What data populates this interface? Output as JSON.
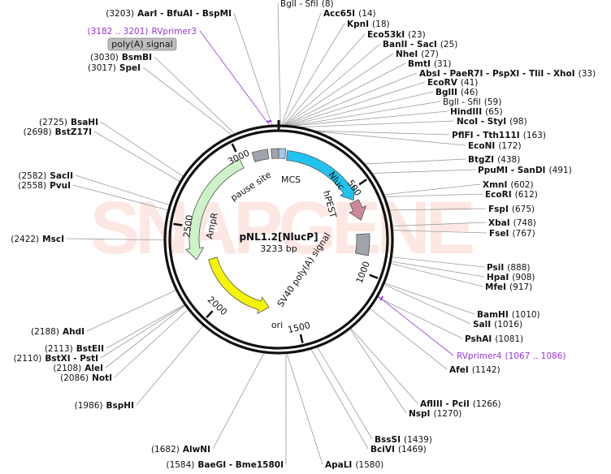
{
  "plasmid": {
    "name": "pNL1.2[NlucP]",
    "size_label": "3233 bp",
    "total_bp": 3233
  },
  "watermark": "SNAPGENE",
  "ticks": [
    {
      "label": "500",
      "pos": 500
    },
    {
      "label": "1000",
      "pos": 1000
    },
    {
      "label": "1500",
      "pos": 1500
    },
    {
      "label": "2000",
      "pos": 2000
    },
    {
      "label": "2500",
      "pos": 2500
    },
    {
      "label": "3000",
      "pos": 3000
    }
  ],
  "features": [
    {
      "name": "Nluc",
      "start": 50,
      "end": 560,
      "color": "#22c2ee",
      "dir": "cw"
    },
    {
      "name": "hPEST",
      "start": 570,
      "end": 690,
      "color": "#cc8899",
      "dir": "cw"
    },
    {
      "name": "SV40 poly(A) signal",
      "start": 775,
      "end": 900,
      "color": "#a0a4ac",
      "dir": "none"
    },
    {
      "name": "ori",
      "start": 1690,
      "end": 2280,
      "color": "#f5f500",
      "dir": "ccw"
    },
    {
      "name": "AmpR",
      "start": 2300,
      "end": 3000,
      "color": "#cdf2c8",
      "dir": "ccw"
    },
    {
      "name": "pause site",
      "start": 3080,
      "end": 3170,
      "color": "#a0a4ac",
      "dir": "none"
    },
    {
      "name": "MCS",
      "start": 0,
      "end": 40,
      "color": "#a6c8ee",
      "dir": "none"
    }
  ],
  "tag": {
    "text": "poly(A) signal"
  },
  "right_labels": [
    {
      "name": "BglI - SfiI",
      "pos": "(8)",
      "bold": false
    },
    {
      "name": "Acc65I",
      "pos": "(14)",
      "bold": true
    },
    {
      "name": "KpnI",
      "pos": "(18)",
      "bold": true
    },
    {
      "name": "Eco53kI",
      "pos": "(23)",
      "bold": true
    },
    {
      "name": "BanII - SacI",
      "pos": "(25)",
      "bold": true
    },
    {
      "name": "NheI",
      "pos": "(27)",
      "bold": true
    },
    {
      "name": "BmtI",
      "pos": "(31)",
      "bold": true
    },
    {
      "name": "AbsI - PaeR7I - PspXI - TliI - XhoI",
      "pos": "(33)",
      "bold": true
    },
    {
      "name": "EcoRV",
      "pos": "(41)",
      "bold": true
    },
    {
      "name": "BglII",
      "pos": "(46)",
      "bold": true
    },
    {
      "name": "BglI - SfiI",
      "pos": "(59)",
      "bold": false
    },
    {
      "name": "HindIII",
      "pos": "(65)",
      "bold": true
    },
    {
      "name": "NcoI - StyI",
      "pos": "(98)",
      "bold": true
    },
    {
      "name": "PflFI - Tth111I",
      "pos": "(163)",
      "bold": true
    },
    {
      "name": "EcoNI",
      "pos": "(172)",
      "bold": true
    },
    {
      "name": "BtgZI",
      "pos": "(438)",
      "bold": true
    },
    {
      "name": "PpuMI - SanDI",
      "pos": "(491)",
      "bold": true
    },
    {
      "name": "XmnI",
      "pos": "(602)",
      "bold": true
    },
    {
      "name": "EcoRI",
      "pos": "(612)",
      "bold": true
    },
    {
      "name": "FspI",
      "pos": "(675)",
      "bold": true
    },
    {
      "name": "XbaI",
      "pos": "(748)",
      "bold": true
    },
    {
      "name": "FseI",
      "pos": "(767)",
      "bold": true
    },
    {
      "name": "PsiI",
      "pos": "(888)",
      "bold": true
    },
    {
      "name": "HpaI",
      "pos": "(908)",
      "bold": true
    },
    {
      "name": "MfeI",
      "pos": "(917)",
      "bold": true
    },
    {
      "name": "BamHI",
      "pos": "(1010)",
      "bold": true
    },
    {
      "name": "SalI",
      "pos": "(1016)",
      "bold": true
    },
    {
      "name": "PshAI",
      "pos": "(1081)",
      "bold": true
    },
    {
      "name": "AfeI",
      "pos": "(1142)",
      "bold": true
    },
    {
      "name": "AflIII - PciI",
      "pos": "(1266)",
      "bold": true
    },
    {
      "name": "NspI",
      "pos": "(1270)",
      "bold": true
    },
    {
      "name": "BssSI",
      "pos": "(1439)",
      "bold": true
    },
    {
      "name": "BciVI",
      "pos": "(1469)",
      "bold": true
    },
    {
      "name": "ApaLI",
      "pos": "(1580)",
      "bold": true
    }
  ],
  "left_labels": [
    {
      "name": "AarI - BfuAI - BspMI",
      "pos": "(3203)",
      "bold": true
    },
    {
      "name": "BsmBI",
      "pos": "(3030)",
      "bold": true
    },
    {
      "name": "SpeI",
      "pos": "(3017)",
      "bold": true
    },
    {
      "name": "BsaHI",
      "pos": "(2725)",
      "bold": true
    },
    {
      "name": "BstZ17I",
      "pos": "(2698)",
      "bold": true
    },
    {
      "name": "SacII",
      "pos": "(2582)",
      "bold": true
    },
    {
      "name": "PvuI",
      "pos": "(2558)",
      "bold": true
    },
    {
      "name": "MscI",
      "pos": "(2422)",
      "bold": true
    },
    {
      "name": "AhdI",
      "pos": "(2188)",
      "bold": true
    },
    {
      "name": "BstEII",
      "pos": "(2113)",
      "bold": true
    },
    {
      "name": "BstXI - PstI",
      "pos": "(2110)",
      "bold": true
    },
    {
      "name": "AleI",
      "pos": "(2108)",
      "bold": true
    },
    {
      "name": "NotI",
      "pos": "(2086)",
      "bold": true
    },
    {
      "name": "BspHI",
      "pos": "(1986)",
      "bold": true
    },
    {
      "name": "AlwNI",
      "pos": "(1682)",
      "bold": true
    },
    {
      "name": "BaeGI - Bme1580I",
      "pos": "(1584)",
      "bold": true
    }
  ],
  "primers": [
    {
      "name": "RVprimer3",
      "pos": "(3182 .. 3201)"
    },
    {
      "name": "RVprimer4",
      "pos": "(1067 .. 1086)"
    }
  ]
}
